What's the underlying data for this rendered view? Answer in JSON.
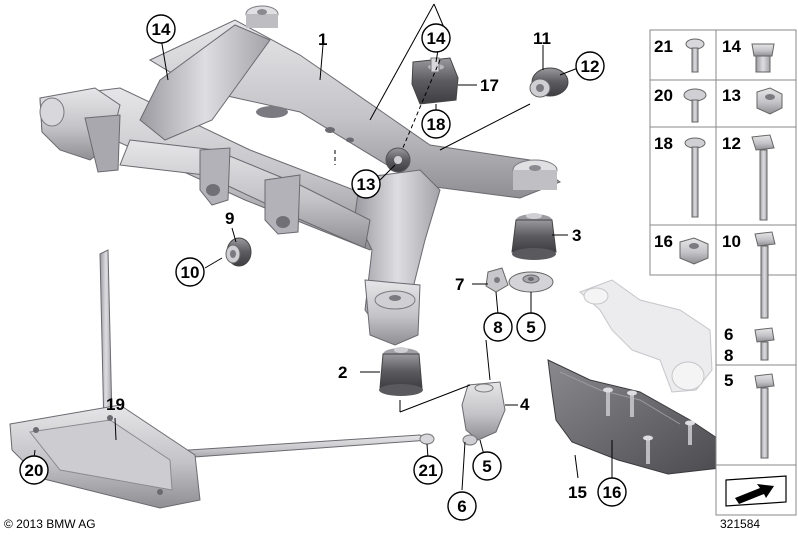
{
  "callouts": {
    "c1": "1",
    "c2": "2",
    "c3": "3",
    "c4": "4",
    "c5a": "5",
    "c5b": "5",
    "c6": "6",
    "c7": "7",
    "c8": "8",
    "c9": "9",
    "c10": "10",
    "c11": "11",
    "c12": "12",
    "c13": "13",
    "c14a": "14",
    "c14b": "14",
    "c15": "15",
    "c16": "16",
    "c17": "17",
    "c18": "18",
    "c19": "19",
    "c20": "20",
    "c21": "21"
  },
  "parts_grid": {
    "r1a": "21",
    "r1b": "14",
    "r2a": "20",
    "r2b": "13",
    "r3a": "18",
    "r3b": "12",
    "r4a": "16",
    "r4b": "10",
    "r5a": "6",
    "r5b": "8",
    "r6": "5"
  },
  "footer": {
    "copyright": "© 2013 BMW AG",
    "image_id": "321584"
  },
  "colors": {
    "part_fill": "#c9c9cc",
    "part_shade": "#8f8f94",
    "rubber": "#5a5a5e",
    "shield": "#6e6e72",
    "arm_ghost": "#e4e4e6",
    "line": "#000000"
  }
}
